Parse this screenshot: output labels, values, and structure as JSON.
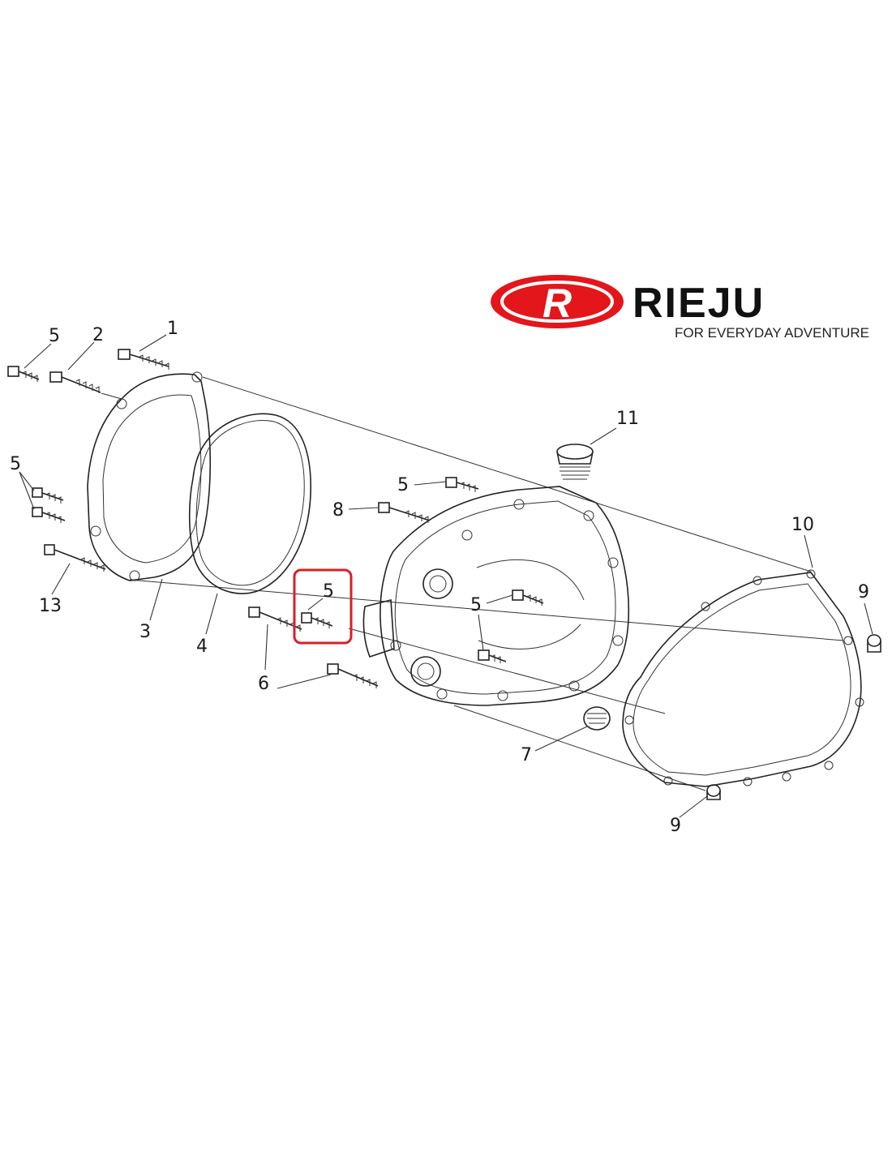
{
  "brand": {
    "logo_letter": "R",
    "name": "RIEJU",
    "tagline": "FOR EVERYDAY ADVENTURE",
    "accent_color": "#e3161b"
  },
  "callouts": [
    {
      "id": "c1",
      "label": "1"
    },
    {
      "id": "c2",
      "label": "2"
    },
    {
      "id": "c5a",
      "label": "5"
    },
    {
      "id": "c5b",
      "label": "5"
    },
    {
      "id": "c13",
      "label": "13"
    },
    {
      "id": "c3",
      "label": "3"
    },
    {
      "id": "c4",
      "label": "4"
    },
    {
      "id": "c5c",
      "label": "5"
    },
    {
      "id": "c6",
      "label": "6"
    },
    {
      "id": "c8",
      "label": "8"
    },
    {
      "id": "c5d",
      "label": "5"
    },
    {
      "id": "c11",
      "label": "11"
    },
    {
      "id": "c5e",
      "label": "5"
    },
    {
      "id": "c7",
      "label": "7"
    },
    {
      "id": "c10",
      "label": "10"
    },
    {
      "id": "c9a",
      "label": "9"
    },
    {
      "id": "c9b",
      "label": "9"
    }
  ],
  "highlight": {
    "target": "c5c",
    "color": "#d6202a"
  }
}
